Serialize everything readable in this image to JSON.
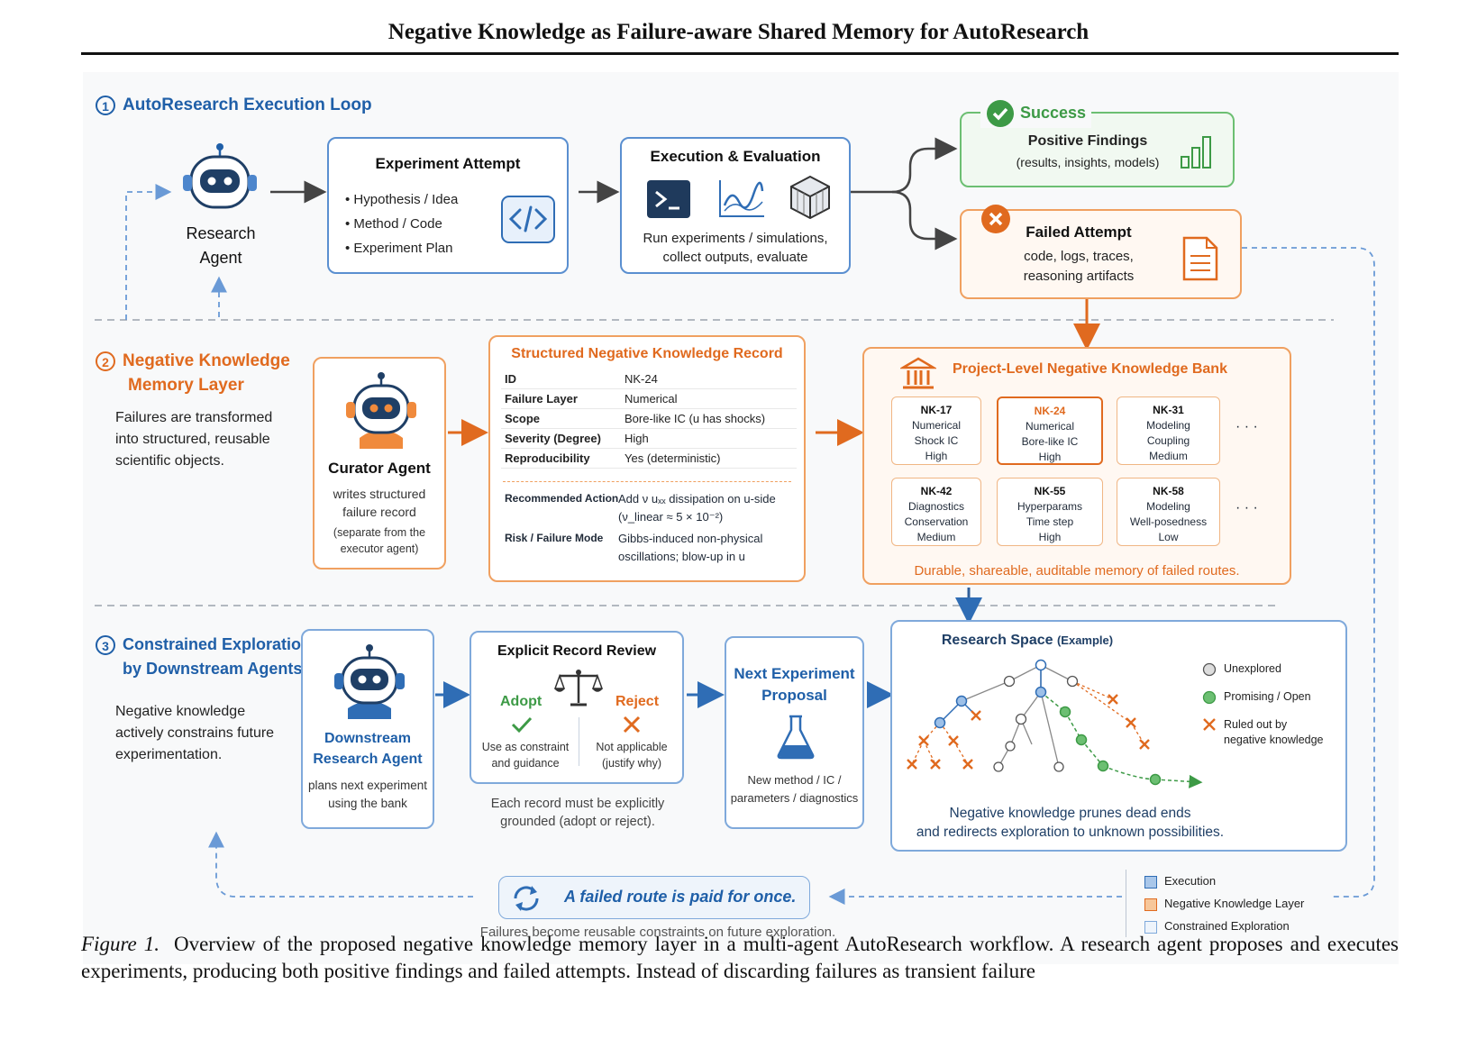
{
  "paper_title": "Negative Knowledge as Failure-aware Shared Memory for AutoResearch",
  "section1": {
    "num": "1",
    "title": "AutoResearch Execution Loop",
    "agent_label_1": "Research",
    "agent_label_2": "Agent",
    "attempt": {
      "title": "Experiment Attempt",
      "items": [
        "Hypothesis / Idea",
        "Method / Code",
        "Experiment Plan"
      ]
    },
    "execution": {
      "title": "Execution & Evaluation",
      "desc_1": "Run experiments / simulations,",
      "desc_2": "collect outputs, evaluate"
    },
    "success": {
      "label": "Success",
      "title": "Positive Findings",
      "desc": "(results, insights, models)"
    },
    "failed": {
      "title": "Failed Attempt",
      "desc_1": "code, logs, traces,",
      "desc_2": "reasoning artifacts"
    }
  },
  "section2": {
    "num": "2",
    "title_1": "Negative Knowledge",
    "title_2": "Memory Layer",
    "desc": [
      "Failures are transformed",
      "into structured, reusable",
      "scientific objects."
    ],
    "curator": {
      "title": "Curator Agent",
      "desc_1": "writes structured",
      "desc_2": "failure record",
      "note_1": "(separate from the",
      "note_2": "executor agent)"
    },
    "record": {
      "title": "Structured Negative Knowledge Record",
      "rows": [
        {
          "k": "ID",
          "v": "NK-24"
        },
        {
          "k": "Failure Layer",
          "v": "Numerical"
        },
        {
          "k": "Scope",
          "v": "Bore-like IC (u has shocks)"
        },
        {
          "k": "Severity (Degree)",
          "v": "High"
        },
        {
          "k": "Reproducibility",
          "v": "Yes (deterministic)"
        }
      ],
      "action_key": "Recommended Action",
      "action_val_1": "Add ν uₓₓ dissipation on u-side",
      "action_val_2": "(ν_linear ≈ 5 × 10⁻²)",
      "risk_key": "Risk / Failure Mode",
      "risk_val_1": "Gibbs-induced non-physical",
      "risk_val_2": "oscillations; blow-up in u"
    },
    "bank": {
      "title": "Project-Level Negative Knowledge Bank",
      "cards": [
        {
          "id": "NK-17",
          "l2": "Numerical",
          "l3": "Shock IC",
          "l4": "High"
        },
        {
          "id": "NK-24",
          "l2": "Numerical",
          "l3": "Bore-like IC",
          "l4": "High"
        },
        {
          "id": "NK-31",
          "l2": "Modeling",
          "l3": "Coupling",
          "l4": "Medium"
        },
        {
          "id": "NK-42",
          "l2": "Diagnostics",
          "l3": "Conservation",
          "l4": "Medium"
        },
        {
          "id": "NK-55",
          "l2": "Hyperparams",
          "l3": "Time step",
          "l4": "High"
        },
        {
          "id": "NK-58",
          "l2": "Modeling",
          "l3": "Well-posedness",
          "l4": "Low"
        }
      ],
      "ellipsis": "· · ·",
      "footer": "Durable, shareable, auditable memory of failed routes."
    }
  },
  "section3": {
    "num": "3",
    "title_1": "Constrained Exploration",
    "title_2": "by Downstream Agents",
    "desc": [
      "Negative knowledge",
      "actively constrains future",
      "experimentation."
    ],
    "downstream": {
      "title_1": "Downstream",
      "title_2": "Research Agent",
      "desc_1": "plans next experiment",
      "desc_2": "using the bank"
    },
    "review": {
      "title": "Explicit Record Review",
      "adopt": "Adopt",
      "reject": "Reject",
      "adopt_desc_1": "Use as constraint",
      "adopt_desc_2": "and guidance",
      "reject_desc_1": "Not applicable",
      "reject_desc_2": "(justify why)",
      "note_1": "Each record must be explicitly",
      "note_2": "grounded (adopt or reject)."
    },
    "proposal": {
      "title_1": "Next Experiment",
      "title_2": "Proposal",
      "desc_1": "New method / IC /",
      "desc_2": "parameters / diagnostics"
    },
    "space": {
      "title": "Research Space",
      "title_note": "(Example)",
      "legend": [
        "Unexplored",
        "Promising / Open",
        "Ruled out by",
        "negative knowledge"
      ],
      "caption_1": "Negative knowledge prunes dead ends",
      "caption_2": "and redirects exploration to unknown possibilities."
    }
  },
  "bottom": {
    "banner": "A failed route is paid for once.",
    "sub": "Failures become reusable constraints on future exploration.",
    "legend": [
      "Execution",
      "Negative Knowledge Layer",
      "Constrained Exploration"
    ]
  },
  "caption": {
    "label": "Figure 1.",
    "text": "Overview of the proposed negative knowledge memory layer in a multi-agent AutoResearch workflow. A research agent proposes and executes experiments, producing both positive findings and failed attempts. Instead of discarding failures as transient failure"
  },
  "colors": {
    "execution": "#2f6db5",
    "negative": "#e06a1f",
    "success": "#3d9a46",
    "exploration": "#a9c7ea"
  }
}
